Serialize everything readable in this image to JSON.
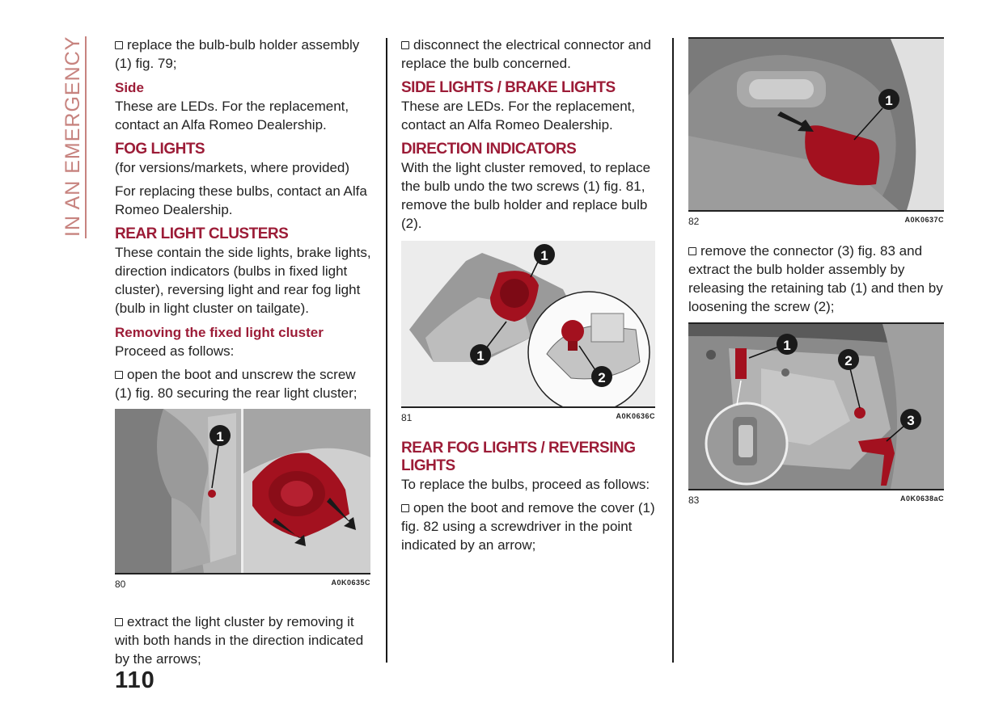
{
  "section_tab": "IN AN EMERGENCY",
  "page_number": "110",
  "col1": {
    "p1": "replace the bulb-bulb holder assembly (1) fig. 79;",
    "h_side": "Side",
    "p_side": "These are LEDs. For the replacement, contact an Alfa Romeo Dealership.",
    "h_fog": "FOG LIGHTS",
    "p_fog1": "(for versions/markets, where provided)",
    "p_fog2": "For replacing these bulbs, contact an Alfa Romeo Dealership.",
    "h_rear": "REAR LIGHT CLUSTERS",
    "p_rear": "These contain the side lights, brake lights, direction indicators (bulbs in fixed light cluster), reversing light and rear fog light (bulb in light cluster on tailgate).",
    "h_remove": "Removing the fixed light cluster",
    "p_proceed": "Proceed as follows:",
    "p_open": "open the boot and unscrew the screw (1) fig. 80 securing the rear light cluster;",
    "p_extract": "extract the light cluster by removing it with both hands in the direction indicated by the arrows;"
  },
  "fig80": {
    "number": "80",
    "code": "A0K0635C",
    "callout": "1"
  },
  "col2": {
    "p1": "disconnect the electrical connector and replace the bulb concerned.",
    "h_side_brake": "SIDE LIGHTS / BRAKE LIGHTS",
    "p_side_brake": "These are LEDs. For the replacement, contact an Alfa Romeo Dealership.",
    "h_dir": "DIRECTION INDICATORS",
    "p_dir": "With the light cluster removed, to replace the bulb undo the two screws (1) fig. 81, remove the bulb holder and replace bulb (2).",
    "h_fog_rev": "REAR FOG LIGHTS / REVERSING LIGHTS",
    "p_replace": "To replace the bulbs, proceed as follows:",
    "p_open": "open the boot and remove the cover (1) fig. 82 using a screwdriver in the point indicated by an arrow;"
  },
  "fig81": {
    "number": "81",
    "code": "A0K0636C",
    "callout_a": "1",
    "callout_b": "1",
    "callout_c": "2"
  },
  "col3": {
    "p_remove": "remove the connector (3) fig. 83 and extract the bulb holder assembly by releasing the retaining tab (1) and then by loosening the screw (2);"
  },
  "fig82": {
    "number": "82",
    "code": "A0K0637C",
    "callout": "1"
  },
  "fig83": {
    "number": "83",
    "code": "A0K0638aC",
    "callout_a": "1",
    "callout_b": "2",
    "callout_c": "3"
  },
  "colors": {
    "accent": "#9c1c37",
    "tab": "#c7837f",
    "highlight": "#a3111f"
  }
}
